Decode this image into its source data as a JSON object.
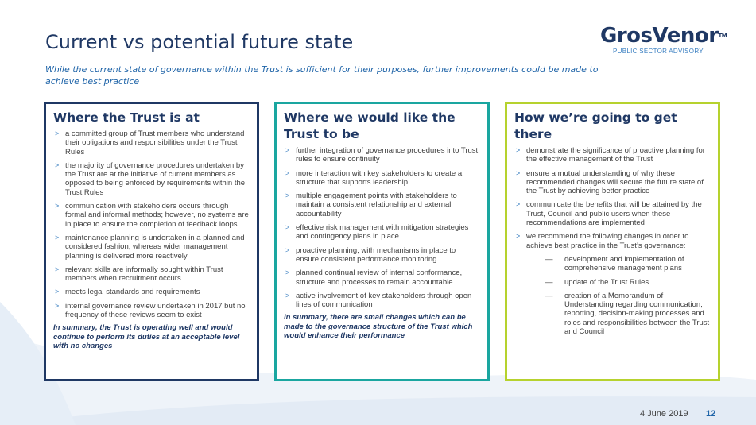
{
  "title": "Current vs potential future state",
  "subtitle": "While the current state of governance within the Trust is sufficient for their purposes, further improvements could be made to achieve best practice",
  "logo": {
    "name": "GrosVenor",
    "tm": "TM",
    "sub": "PUBLIC SECTOR ADVISORY"
  },
  "colors": {
    "navy": "#1f3864",
    "teal": "#1aa6a0",
    "lime": "#b6d22e",
    "accent_blue": "#3a7fc1"
  },
  "columns": [
    {
      "heading": "Where the Trust is at",
      "items": [
        "a committed group of Trust members who understand their obligations and responsibilities under the Trust Rules",
        "the majority of governance procedures undertaken by the Trust are at the initiative of current members as opposed to being enforced by requirements within the Trust Rules",
        "communication with stakeholders occurs through formal and informal methods; however, no systems are in place to ensure the completion of feedback loops",
        "maintenance planning is undertaken in a planned and considered fashion, whereas wider management planning is delivered more reactively",
        "relevant skills are informally sought within Trust members when recruitment occurs",
        "meets legal standards and requirements",
        "internal governance review undertaken in 2017 but no frequency of these reviews seem to exist"
      ],
      "summary": "In summary, the Trust is operating well and would continue to perform its duties at an acceptable level with no changes"
    },
    {
      "heading": "Where we would like the Trust to be",
      "items": [
        "further integration of governance procedures into Trust rules to ensure continuity",
        "more interaction with key stakeholders to create a structure that supports leadership",
        "multiple engagement points with stakeholders to maintain a consistent relationship and external accountability",
        "effective risk management with mitigation strategies and contingency plans in place",
        "proactive planning, with mechanisms in place to ensure consistent performance monitoring",
        "planned continual review of internal conformance, structure and processes to remain accountable",
        "active involvement of key stakeholders through open lines of communication"
      ],
      "summary": "In summary, there are small changes which can be made to the governance structure of the Trust which would enhance their performance"
    },
    {
      "heading": "How we’re going to get there",
      "items": [
        "demonstrate the significance of proactive planning for the effective management of the Trust",
        "ensure a mutual understanding of why these recommended changes will secure the future state of the Trust by achieving better practice",
        "communicate the benefits that will be attained by the Trust, Council and public users when these recommendations are implemented",
        "we recommend the following changes in order to achieve best practice in the Trust’s governance:"
      ],
      "subitems": [
        "development and implementation of comprehensive management plans",
        "update of the Trust Rules",
        "creation of a Memorandum of Understanding regarding communication, reporting, decision-making processes and roles and responsibilities between the Trust and Council"
      ]
    }
  ],
  "footer": {
    "date": "4 June 2019",
    "page": "12"
  }
}
